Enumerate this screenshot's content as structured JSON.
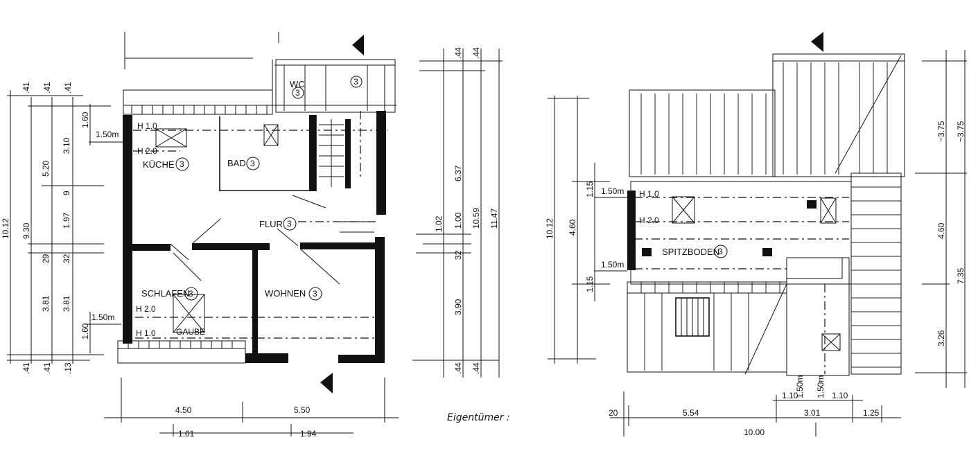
{
  "left_plan": {
    "rooms": {
      "wc": "WC",
      "kueche": "KÜCHE",
      "bad": "BAD",
      "flur": "FLUR",
      "schlafen": "SCHLAFEN",
      "wohnen": "WOHNEN",
      "gaube": "GAUBE"
    },
    "room_marker": "3",
    "notes": {
      "h_top_1": "H 1.0",
      "h_top_2": "H 2.0",
      "h_bottom_1": "H 2.0",
      "h_bottom_2": "H 1.0",
      "wall_top": "1.50m",
      "wall_bottom": "1.50m"
    },
    "left_dims": {
      "total": "10.12",
      "inner": "9.30",
      "top": [
        ".41",
        ".41",
        ".41"
      ],
      "v_1_60_top": "1.60",
      "v_3_10": "3.10",
      "v_5_20": "5.20",
      "v_1_97": "1.97",
      "v_9": "9",
      "v_29": "29",
      "v_32": "32",
      "v_3_81_a": "3.81",
      "v_3_81_b": "3.81",
      "v_1_60_bottom": "1.60",
      "bottom": [
        ".41",
        ".41",
        ".13"
      ]
    },
    "bottom_dims": {
      "w1": "4.50",
      "w2": "5.50",
      "s1": "1.01",
      "s2": "1.94"
    }
  },
  "middle_dims": {
    "top": [
      ".44",
      ".44"
    ],
    "v_6_37": "6.37",
    "v_1_02": "1.02",
    "v_1_00": "1.00",
    "v_32": "32",
    "v_10_59": "10.59",
    "v_11_47": "11.47",
    "v_3_90": "3.90",
    "bottom": [
      ".44",
      ".44"
    ]
  },
  "owner_label": "Eigentümer :",
  "right_plan": {
    "room": "SPITZBODEN",
    "room_marker": "3",
    "notes": {
      "h1": "H 1.0",
      "h2": "H 2.0",
      "wall_top": "1.50m",
      "wall_bottom": "1.50m",
      "small_1": "1.50m",
      "small_2": "1.50m"
    },
    "left_dims": {
      "total": "10.12",
      "v_4_60": "4.60",
      "v_1_15_a": "1.15",
      "v_1_15_b": "1.15"
    },
    "right_dims": {
      "v_3_75_a": "~3.75",
      "v_3_75_b": "~3.75",
      "v_4_60": "4.60",
      "v_7_35": "7.35",
      "v_3_26": "3.26"
    },
    "bottom_dims": {
      "w20": "20",
      "w5_54": "5.54",
      "w3_01": "3.01",
      "w1_25": "1.25",
      "total": "10.00",
      "s1_10_a": "1.10",
      "s1_10_b": "1.10"
    }
  }
}
